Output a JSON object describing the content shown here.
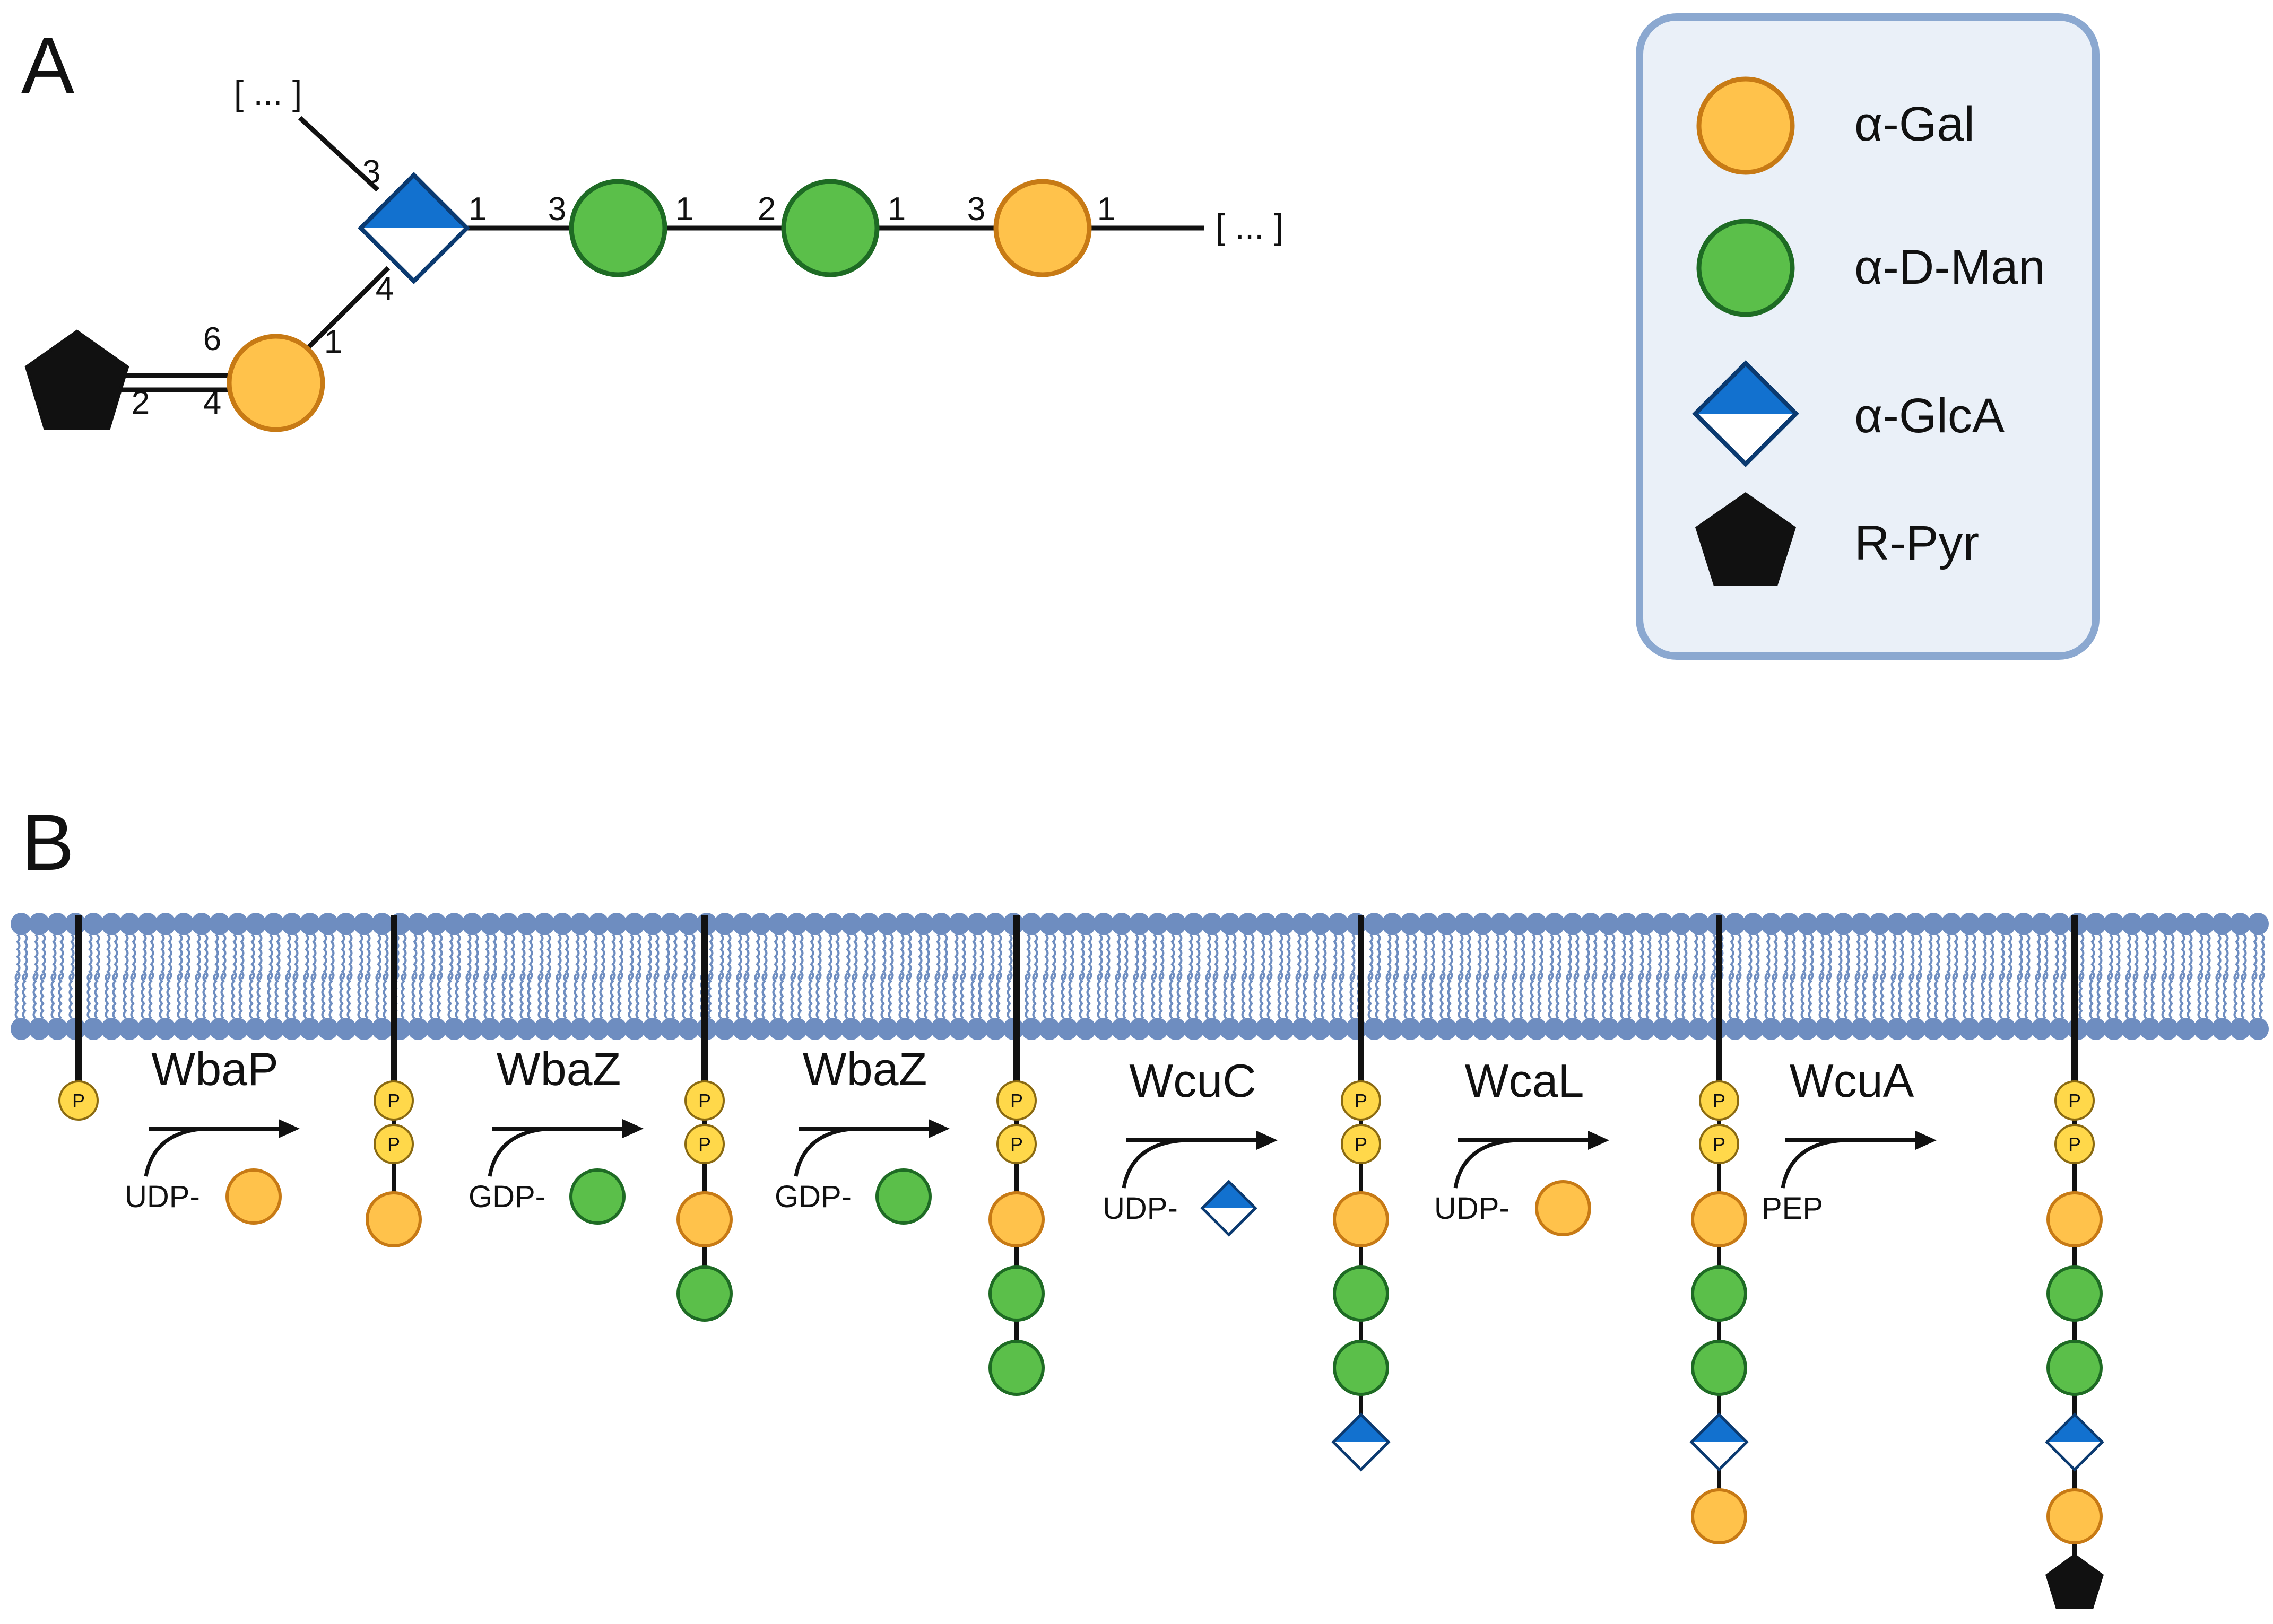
{
  "panels": {
    "a_label": "A",
    "b_label": "B"
  },
  "colors": {
    "gal": "#FFC24B",
    "gal_stroke": "#C77A15",
    "man": "#5BBF4A",
    "man_stroke": "#1E6B24",
    "glca_fill": "#1271CF",
    "glca_stroke": "#0B3A70",
    "pyr": "#111111",
    "legend_bg": "#EAF0F8",
    "legend_border": "#8BA8D0",
    "membrane_head": "#6E8DC0",
    "membrane_tail": "#6E8DC0",
    "phosphate": "#FFD84A",
    "phosphate_stroke": "#8A6A12"
  },
  "legend": {
    "items": [
      {
        "icon": "gal-circle-icon",
        "label": "α-Gal"
      },
      {
        "icon": "man-circle-icon",
        "label": "α-D-Man"
      },
      {
        "icon": "glca-diamond-icon",
        "label": "α-GlcA"
      },
      {
        "icon": "pyruvate-pentagon-icon",
        "label": "R-Pyr"
      }
    ]
  },
  "structure": {
    "repeat_left": "[ ... ]",
    "repeat_right": "[ ... ]",
    "linkages": {
      "upper_branch": "3",
      "glca_out": "1",
      "man1_in": "3",
      "man1_out": "1",
      "man2_in": "2",
      "man2_out": "1",
      "gal_main_in": "3",
      "gal_main_out": "1",
      "glca_lower": "4",
      "gal_side_out": "1",
      "pyr_upper": "6",
      "pyr_lower": "4",
      "pyr_pos": "2"
    }
  },
  "pathway": {
    "phosphate_label": "P",
    "steps": [
      {
        "enzyme": "WbaP",
        "donor": "UDP-",
        "donor_icon": "gal"
      },
      {
        "enzyme": "WbaZ",
        "donor": "GDP-",
        "donor_icon": "man"
      },
      {
        "enzyme": "WbaZ",
        "donor": "GDP-",
        "donor_icon": "man"
      },
      {
        "enzyme": "WcuC",
        "donor": "UDP-",
        "donor_icon": "glca"
      },
      {
        "enzyme": "WcaL",
        "donor": "UDP-",
        "donor_icon": "gal"
      },
      {
        "enzyme": "WcuA",
        "donor": "PEP",
        "donor_icon": "none"
      }
    ],
    "intermediates": [
      [
        "p"
      ],
      [
        "p",
        "p",
        "gal"
      ],
      [
        "p",
        "p",
        "gal",
        "man"
      ],
      [
        "p",
        "p",
        "gal",
        "man",
        "man"
      ],
      [
        "p",
        "p",
        "gal",
        "man",
        "man",
        "glca"
      ],
      [
        "p",
        "p",
        "gal",
        "man",
        "man",
        "glca",
        "gal"
      ],
      [
        "p",
        "p",
        "gal",
        "man",
        "man",
        "glca",
        "gal",
        "pyr"
      ]
    ]
  }
}
